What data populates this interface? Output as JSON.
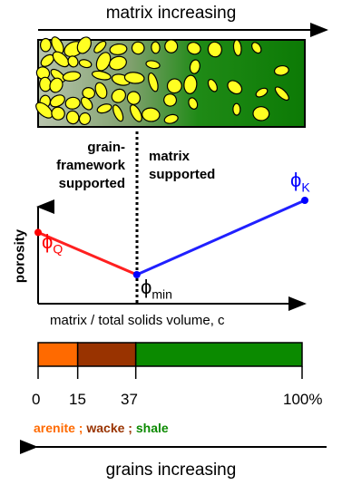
{
  "top_label": "matrix increasing",
  "bottom_label": "grains increasing",
  "regions": {
    "left": [
      "grain-",
      "framework",
      "supported"
    ],
    "right": [
      "matrix",
      "supported"
    ]
  },
  "chart_data": {
    "type": "line",
    "xlabel": "matrix / total solids volume, c",
    "ylabel": "porosity",
    "points": [
      {
        "label": "φQ",
        "sub": "Q",
        "c": 0,
        "porosity": 0.62,
        "color": "#ff0000"
      },
      {
        "label": "φmin",
        "sub": "min",
        "c": 37,
        "porosity": 0.12,
        "color": "#0000ff"
      },
      {
        "label": "φK",
        "sub": "K",
        "c": 100,
        "porosity": 1.0,
        "color": "#0000ff"
      }
    ],
    "series": [
      {
        "color": "#ff2020",
        "from": 0,
        "to": 1
      },
      {
        "color": "#2020ff",
        "from": 1,
        "to": 2
      }
    ]
  },
  "scale_bar": {
    "segments": [
      {
        "from": 0,
        "to": 15,
        "color": "#ff6a00"
      },
      {
        "from": 15,
        "to": 37,
        "color": "#993300"
      },
      {
        "from": 37,
        "to": 100,
        "color": "#0b8a00"
      }
    ],
    "ticks": [
      "0",
      "15",
      "37",
      "100%"
    ]
  },
  "legend": {
    "arenite": "arenite",
    "sep1": " ; ",
    "wacke": "wacke",
    "sep2": " ; ",
    "shale": "shale",
    "colors": {
      "arenite": "#ff6a00",
      "wacke": "#993300",
      "shale": "#0b8a00"
    }
  }
}
